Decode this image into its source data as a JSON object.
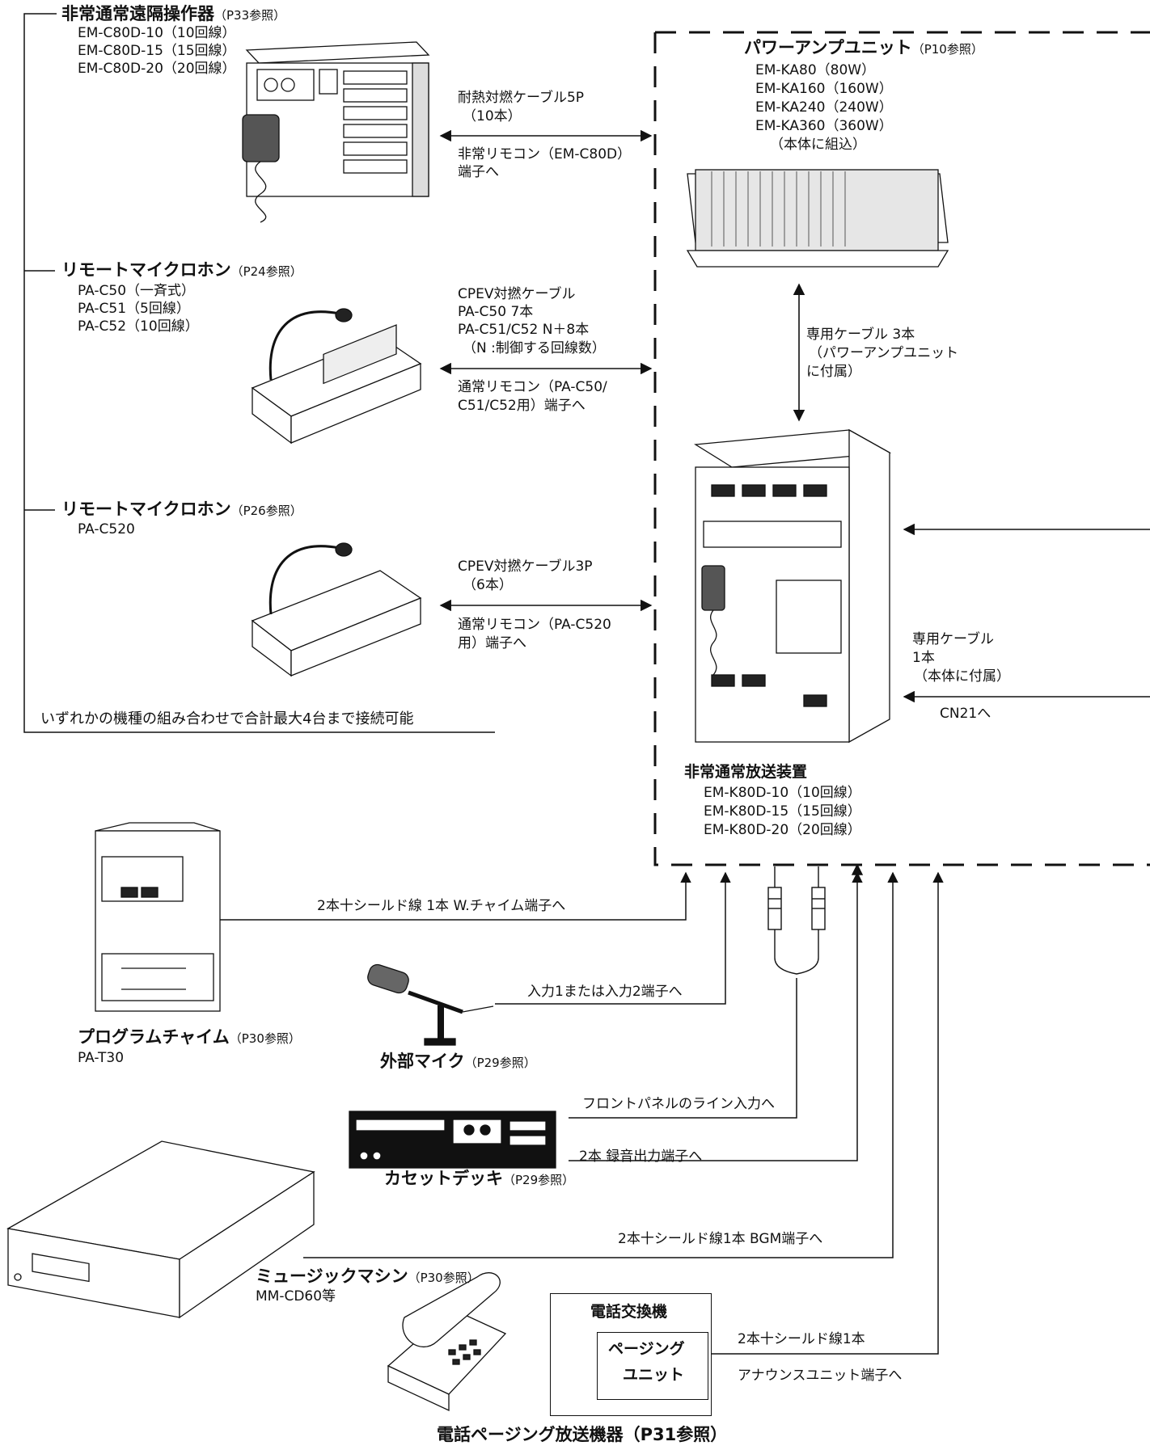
{
  "remote_ctrl": {
    "title": "非常通常遠隔操作器",
    "ref": "（P33参照）",
    "models": [
      "EM-C80D-10（10回線）",
      "EM-C80D-15（15回線）",
      "EM-C80D-20（20回線）"
    ],
    "cable": [
      "耐熱対燃ケーブル5P",
      "（10本）"
    ],
    "terminal": [
      "非常リモコン（EM-C80D）",
      "端子へ"
    ]
  },
  "remote_mic_a": {
    "title": "リモートマイクロホン",
    "ref": "（P24参照）",
    "models": [
      "PA-C50（一斉式）",
      "PA-C51（5回線）",
      "PA-C52（10回線）"
    ],
    "cable": [
      "CPEV対撚ケーブル",
      "PA-C50  7本",
      "PA-C51/C52  N＋8本",
      "（N :制御する回線数）"
    ],
    "terminal": [
      "通常リモコン（PA-C50/",
      "C51/C52用）端子へ"
    ]
  },
  "remote_mic_b": {
    "title": "リモートマイクロホン",
    "ref": "（P26参照）",
    "models": [
      "PA-C520"
    ],
    "cable": [
      "CPEV対撚ケーブル3P",
      "（6本）"
    ],
    "terminal": [
      "通常リモコン（PA-C520",
      "用）端子へ"
    ]
  },
  "combo_note": "いずれかの機種の組み合わせで合計最大4台まで接続可能",
  "amp_unit": {
    "title": "パワーアンプユニット",
    "ref": "（P10参照）",
    "models": [
      "EM-KA80（80W）",
      "EM-KA160（160W）",
      "EM-KA240（240W）",
      "EM-KA360（360W）",
      "（本体に組込）"
    ]
  },
  "amp_cable": [
    "専用ケーブル  3本",
    "（パワーアンプユニット",
    "に付属）"
  ],
  "side_cable": [
    "専用ケーブル",
    "1本",
    "（本体に付属）"
  ],
  "cn21": "CN21へ",
  "main_unit": {
    "title": "非常通常放送装置",
    "models": [
      "EM-K80D-10（10回線）",
      "EM-K80D-15（15回線）",
      "EM-K80D-20（20回線）"
    ]
  },
  "chime": {
    "title": "プログラムチャイム",
    "ref": "（P30参照）",
    "model": "PA-T30",
    "wire": "2本十シールド線  1本    W.チャイム端子へ"
  },
  "ext_mic": {
    "title": "外部マイク",
    "ref": "（P29参照）",
    "wire": "入力1または入力2端子へ"
  },
  "cassette": {
    "title": "カセットデッキ",
    "ref": "（P29参照）",
    "wire_in": "フロントパネルのライン入力へ",
    "wire_out": "2本  録音出力端子へ"
  },
  "music": {
    "title": "ミュージックマシン",
    "ref": "（P30参照）",
    "model": "MM-CD60等",
    "wire": "2本十シールド線1本  BGM端子へ"
  },
  "pbx": {
    "title": "電話交換機",
    "paging": [
      "ページング",
      "ユニット"
    ],
    "wire": [
      "2本十シールド線1本",
      "アナウンスユニット端子へ"
    ]
  },
  "phone_caption": "電話ページング放送機器（P31参照）"
}
